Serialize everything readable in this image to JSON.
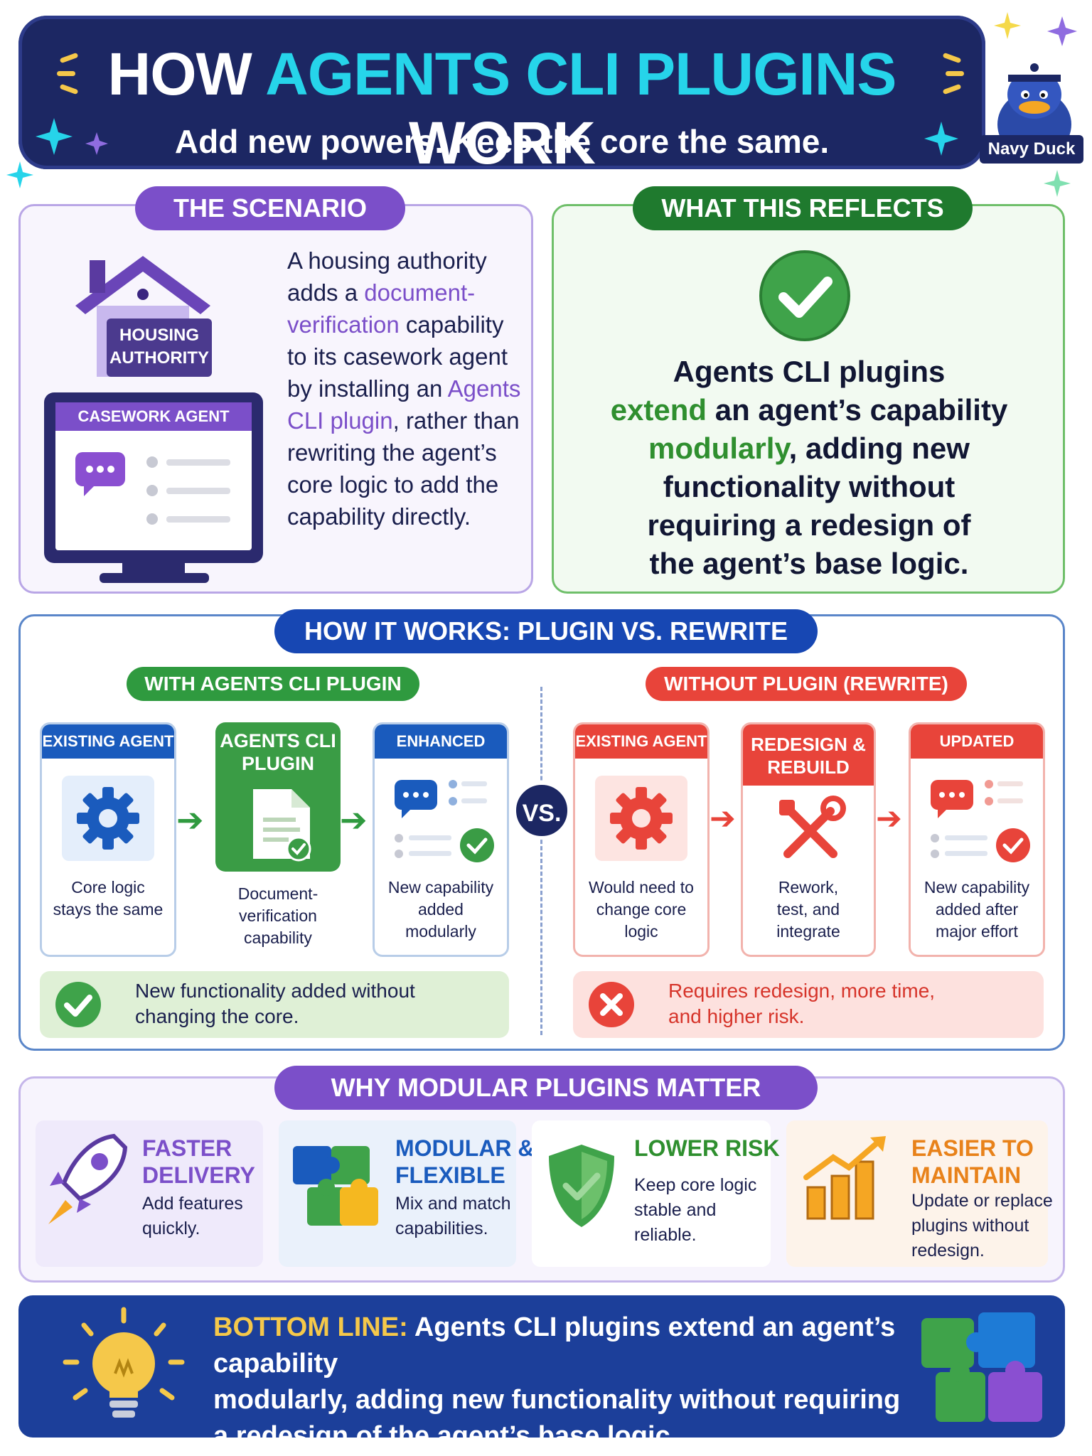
{
  "header": {
    "title_part1": "HOW ",
    "title_highlight": "AGENTS CLI PLUGINS",
    "title_part2": " WORK",
    "subtitle": "Add new powers. Keep the core the same.",
    "mascot_label": "Navy Duck"
  },
  "scenario": {
    "pill": "THE SCENARIO",
    "house_label_line1": "HOUSING",
    "house_label_line2": "AUTHORITY",
    "monitor_label": "CASEWORK AGENT",
    "text_1": "A housing authority adds a ",
    "text_hl1": "document-verification",
    "text_2": " capability to its casework agent by installing an ",
    "text_hl2": "Agents CLI plugin",
    "text_3": ", rather than rewriting the agent’s core logic to add the capability directly."
  },
  "reflects": {
    "pill": "WHAT THIS REFLECTS",
    "line1": "Agents CLI plugins",
    "hl1": "extend",
    "line2": " an agent’s capability",
    "hl2": "modularly",
    "line3": ", adding new",
    "line4": "functionality without",
    "line5": "requiring a redesign of",
    "line6": "the agent’s base logic."
  },
  "how": {
    "pill": "HOW IT WORKS: PLUGIN VS. REWRITE",
    "with_pill": "WITH AGENTS CLI PLUGIN",
    "without_pill": "WITHOUT PLUGIN (REWRITE)",
    "vs": "VS.",
    "with_steps": [
      {
        "head": "EXISTING AGENT",
        "caption_1": "Core logic",
        "caption_2": "stays the same"
      },
      {
        "head_1": "AGENTS CLI",
        "head_2": "PLUGIN",
        "caption_1": "Document-",
        "caption_2": "verification",
        "caption_3": "capability"
      },
      {
        "head": "ENHANCED AGENT",
        "caption_1": "New capability",
        "caption_2": "added",
        "caption_3": "modularly"
      }
    ],
    "without_steps": [
      {
        "head": "EXISTING AGENT",
        "caption_1": "Would need to",
        "caption_2": "change core",
        "caption_3": "logic"
      },
      {
        "head_1": "REDESIGN &",
        "head_2": "REBUILD",
        "caption_1": "Rework,",
        "caption_2": "test, and",
        "caption_3": "integrate"
      },
      {
        "head": "UPDATED AGENT",
        "caption_1": "New capability",
        "caption_2": "added after",
        "caption_3": "major effort"
      }
    ],
    "good_result_1": "New functionality added without",
    "good_result_2": "changing the core.",
    "bad_result_1": "Requires redesign, more time,",
    "bad_result_2": "and higher risk."
  },
  "why": {
    "pill": "WHY MODULAR PLUGINS MATTER",
    "tiles": [
      {
        "title_1": "FASTER",
        "title_2": "DELIVERY",
        "desc_1": "Add features",
        "desc_2": "quickly.",
        "icon": "rocket-icon",
        "color": "#7b4fc9"
      },
      {
        "title_1": "MODULAR &",
        "title_2": "FLEXIBLE",
        "desc_1": "Mix and match",
        "desc_2": "capabilities.",
        "icon": "puzzle-icon",
        "color": "#1a5bbd"
      },
      {
        "title_1": "LOWER RISK",
        "desc_1": "Keep core logic",
        "desc_2": "stable and",
        "desc_3": "reliable.",
        "icon": "shield-icon",
        "color": "#2f8f2f"
      },
      {
        "title_1": "EASIER TO",
        "title_2": "MAINTAIN",
        "desc_1": "Update or replace",
        "desc_2": "plugins without",
        "desc_3": "redesign.",
        "icon": "growth-chart-icon",
        "color": "#e8821a"
      }
    ]
  },
  "bottom": {
    "label": "BOTTOM LINE:",
    "text_1": " Agents CLI plugins extend an agent’s capability",
    "text_2": "modularly, adding new functionality without requiring",
    "text_3": "a redesign of the agent’s base logic."
  }
}
